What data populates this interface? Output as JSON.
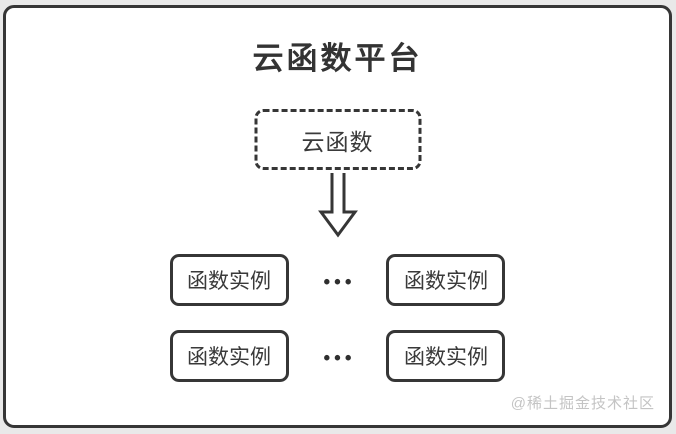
{
  "page": {
    "background_color": "#e9e9e9",
    "ink_color": "#363636",
    "watermark_color": "#c4c4c4"
  },
  "diagram": {
    "title": "云函数平台",
    "cloud_function_box": {
      "label": "云函数"
    },
    "arrow_icon": "down-arrow-icon",
    "ellipsis": "•••",
    "rows": [
      {
        "boxes": [
          {
            "label": "函数实例"
          },
          {
            "label": "函数实例"
          }
        ]
      },
      {
        "boxes": [
          {
            "label": "函数实例"
          },
          {
            "label": "函数实例"
          }
        ]
      }
    ],
    "watermark": "@稀土掘金技术社区"
  }
}
